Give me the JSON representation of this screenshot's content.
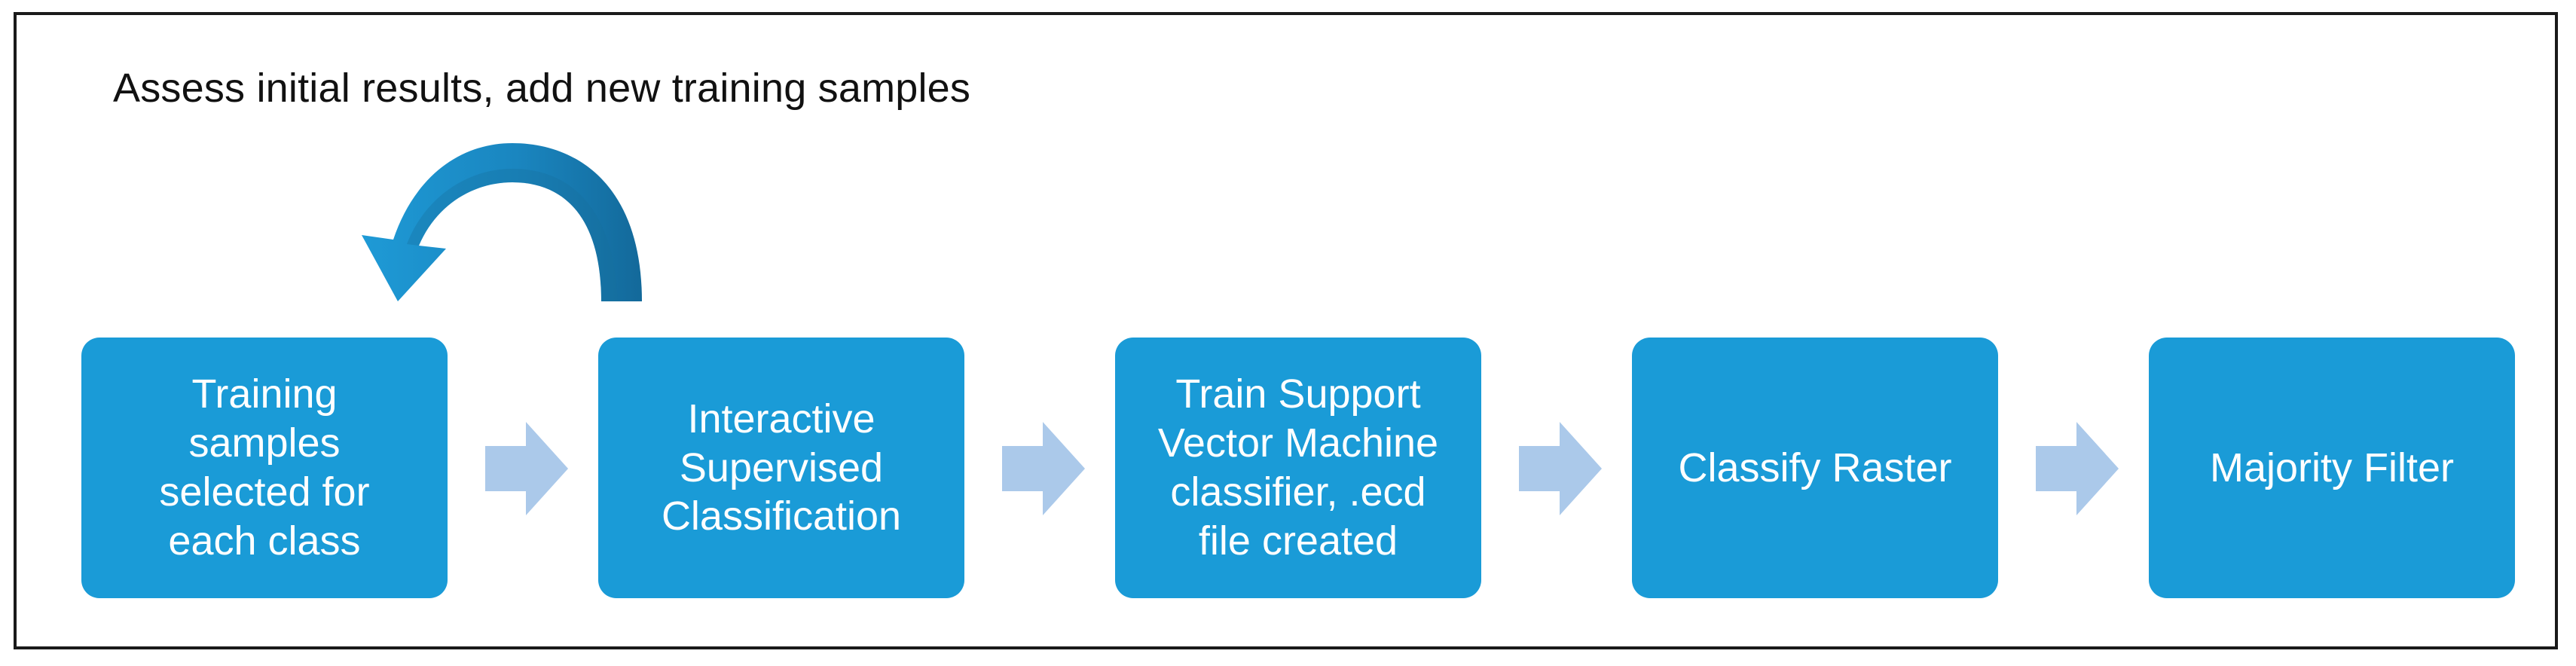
{
  "diagram": {
    "feedback_label": "Assess initial results, add new training samples",
    "steps": [
      {
        "label": "Training\nsamples\nselected for\neach class"
      },
      {
        "label": "Interactive\nSupervised\nClassification"
      },
      {
        "label": "Train Support\nVector Machine\nclassifier, .ecd\nfile created"
      },
      {
        "label": "Classify Raster"
      },
      {
        "label": "Majority Filter"
      }
    ]
  },
  "colors": {
    "box_fill": "#1a9bd7",
    "box_text": "#ffffff",
    "arrow_fill": "#abc9ea",
    "loop_arrow_light": "#1d94d2",
    "loop_arrow_dark": "#16719f",
    "frame_border": "#1a1a1a"
  }
}
